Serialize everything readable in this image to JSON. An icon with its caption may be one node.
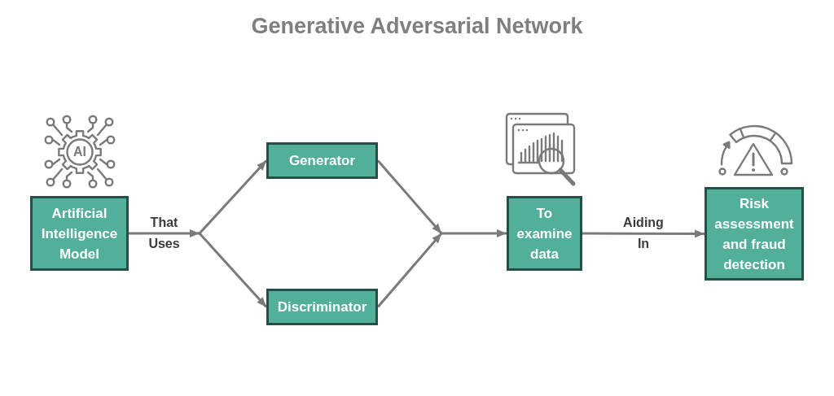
{
  "diagram": {
    "title": "Generative Adversarial Network",
    "nodes": [
      {
        "text": [
          "Artificial Intelligence Model"
        ]
      },
      {
        "text": [
          "Generator"
        ]
      },
      {
        "text": [
          "Discriminator"
        ]
      },
      {
        "text": [
          "To examine data"
        ]
      },
      {
        "text": [
          "Risk assessment and fraud detection"
        ]
      }
    ],
    "edges": [
      {
        "from": 0,
        "to": 1,
        "arrow": "to",
        "label": "That Uses"
      },
      {
        "from": 0,
        "to": 2,
        "arrow": "to"
      },
      {
        "from": 1,
        "to": 3,
        "arrow": "to"
      },
      {
        "from": 2,
        "to": 3,
        "arrow": "to"
      },
      {
        "from": 3,
        "to": 4,
        "arrow": "to",
        "label": "Aiding In"
      }
    ],
    "labels": [
      "AI"
    ]
  }
}
